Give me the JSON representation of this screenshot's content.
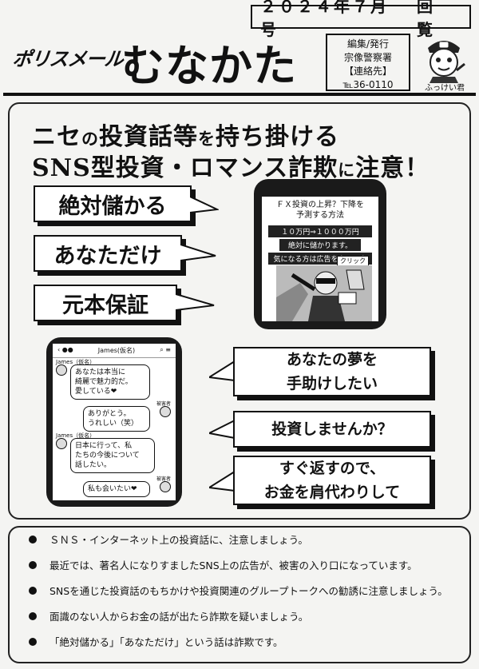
{
  "header": {
    "issue": "２０２４年７月号",
    "circulation": "回覧",
    "brand": "ポリスメール",
    "city": "むなかた",
    "contact": [
      "編集/発行",
      "宗像警察署",
      "【連絡先】",
      "℡36-0110"
    ],
    "mascot_name": "ふっけい君"
  },
  "headline": {
    "line1_a": "ニセ",
    "line1_b": "の",
    "line1_c": "投資話等",
    "line1_d": "を",
    "line1_e": "持ち掛ける",
    "line2_a": "SNS型投資・ロマンス詐欺",
    "line2_b": "に",
    "line2_c": "注意！"
  },
  "bubbles": {
    "left": [
      "絶対儲かる",
      "あなただけ",
      "元本保証"
    ],
    "right1": [
      "あなたの夢を",
      "手助けしたい"
    ],
    "right2": "投資しませんか？",
    "right3": [
      "すぐ返すので、",
      "お金を肩代わりして"
    ]
  },
  "ad_phone": {
    "title": [
      "ＦＸ投資の上昇？下降を",
      "予測する方法"
    ],
    "strip1": "１０万円⇒１０００万円",
    "strip2": "絶対に儲かります。",
    "strip3": "気になる方は広告をクリック",
    "click": "クリック"
  },
  "chat_phone": {
    "header_name": "James(仮名)",
    "name_tag": "James（仮名）",
    "victim_tag": "被害者",
    "msg1": [
      "あなたは本当に",
      "綺麗で魅力的だ。",
      "愛している❤"
    ],
    "msg2": [
      "ありがとう。",
      "うれしい（笑）"
    ],
    "msg3": [
      "日本に行って、私",
      "たちの今後について",
      "話したい。"
    ],
    "msg4": "私も会いたい❤"
  },
  "tips": [
    "ＳＮＳ・インターネット上の投資話に、注意しましょう。",
    "最近では、著名人になりすましたSNS上の広告が、被害の入り口になっています。",
    "SNSを通じた投資話のもちかけや投資関連のグループトークへの勧誘に注意しましょう。",
    "面識のない人からお金の話が出たら詐欺を疑いましょう。",
    "「絶対儲かる」「あなただけ」という話は詐欺です。"
  ]
}
